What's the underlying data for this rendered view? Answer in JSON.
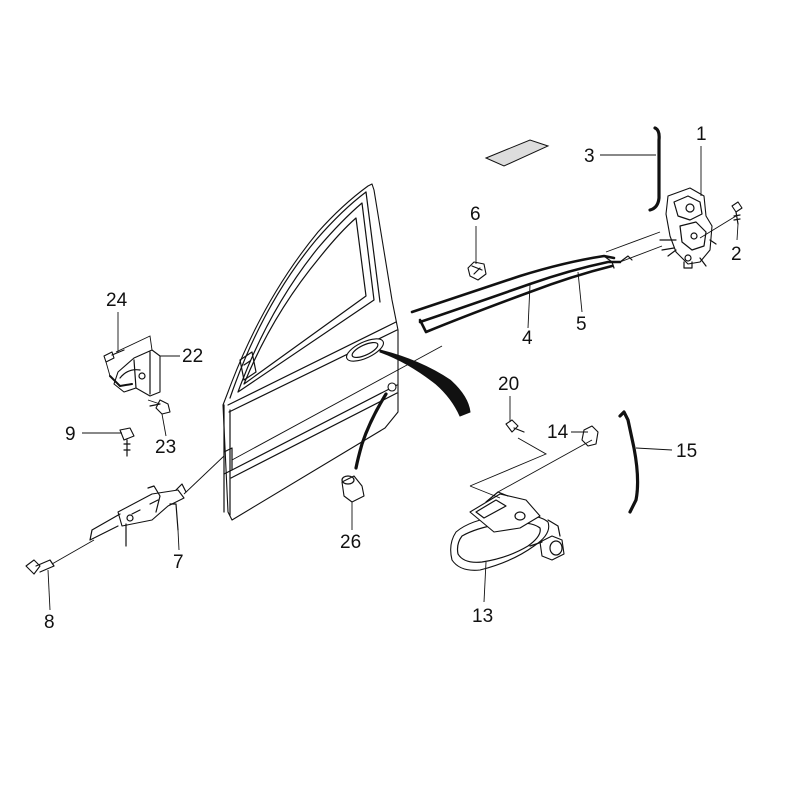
{
  "callouts": [
    {
      "id": "c1",
      "text": "1"
    },
    {
      "id": "c2",
      "text": "2"
    },
    {
      "id": "c3",
      "text": "3"
    },
    {
      "id": "c4",
      "text": "4"
    },
    {
      "id": "c5",
      "text": "5"
    },
    {
      "id": "c6",
      "text": "6"
    },
    {
      "id": "c7",
      "text": "7"
    },
    {
      "id": "c8",
      "text": "8"
    },
    {
      "id": "c9",
      "text": "9"
    },
    {
      "id": "c13",
      "text": "13"
    },
    {
      "id": "c14",
      "text": "14"
    },
    {
      "id": "c15",
      "text": "15"
    },
    {
      "id": "c20",
      "text": "20"
    },
    {
      "id": "c22",
      "text": "22"
    },
    {
      "id": "c23",
      "text": "23"
    },
    {
      "id": "c24",
      "text": "24"
    },
    {
      "id": "c26",
      "text": "26"
    }
  ]
}
